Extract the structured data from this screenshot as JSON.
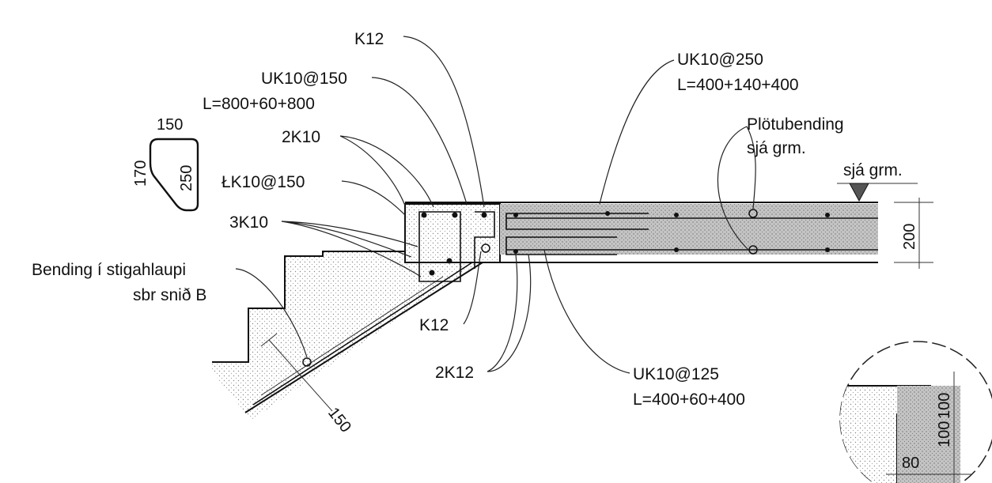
{
  "labels": {
    "k12_top": "K12",
    "uk10_150": "UK10@150",
    "l_800": "L=800+60+800",
    "twoK10": "2K10",
    "lk10_150": "ŁK10@150",
    "threeK10": "3K10",
    "bending_1": "Bending í stigahlaupi",
    "bending_2": "sbr snið B",
    "k12_bottom": "K12",
    "twoK12": "2K12",
    "uk10_250": "UK10@250",
    "l_400_140": "L=400+140+400",
    "plotu_1": "Plötubending",
    "plotu_2": "sjá grm.",
    "sja_grm": "sjá grm.",
    "uk10_125": "UK10@125",
    "l_400_60": "L=400+60+400"
  },
  "dimensions": {
    "bar_150": "150",
    "bar_170": "170",
    "bar_250": "250",
    "slab_200": "200",
    "stair_150": "150",
    "detail_100a": "100",
    "detail_100b": "100",
    "detail_80": "80"
  },
  "colors": {
    "concrete_dots": "#9a9a9a",
    "slab_fill": "#b8b8b8",
    "line": "#111111"
  }
}
